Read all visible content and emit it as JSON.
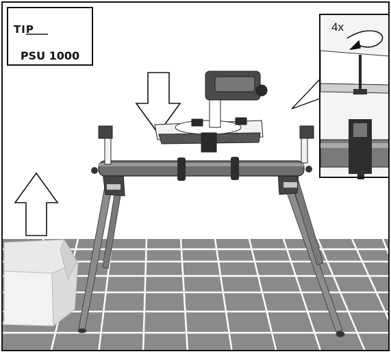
{
  "tip": {
    "label": "TIP",
    "model": "PSU 1000",
    "hand_icon": "pointing-hand-icon"
  },
  "inset": {
    "count": "4x",
    "rotate_icon": "rotate-arrow-icon"
  },
  "colors": {
    "line": "#111111",
    "floor_tile": "#8a8a8a",
    "floor_line": "#ffffff",
    "metal": "#6d6d6d",
    "paper": "#ffffff"
  }
}
